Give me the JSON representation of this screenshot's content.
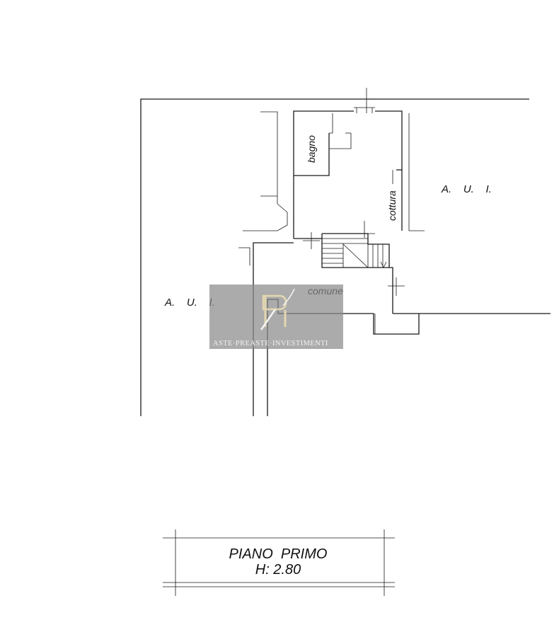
{
  "floor_plan": {
    "rooms": {
      "bagno": "bagno",
      "cottura": "cottura",
      "comune": "comune"
    },
    "other_units": {
      "left": "A.    U.    I.",
      "right": "A.    U.    I."
    },
    "title": {
      "floor_name": "PIANO  PRIMO",
      "height": "H: 2.80"
    }
  },
  "watermark": {
    "logo_letters": "RI",
    "text": "ASTE·PREASTE·INVESTIMENTI"
  }
}
